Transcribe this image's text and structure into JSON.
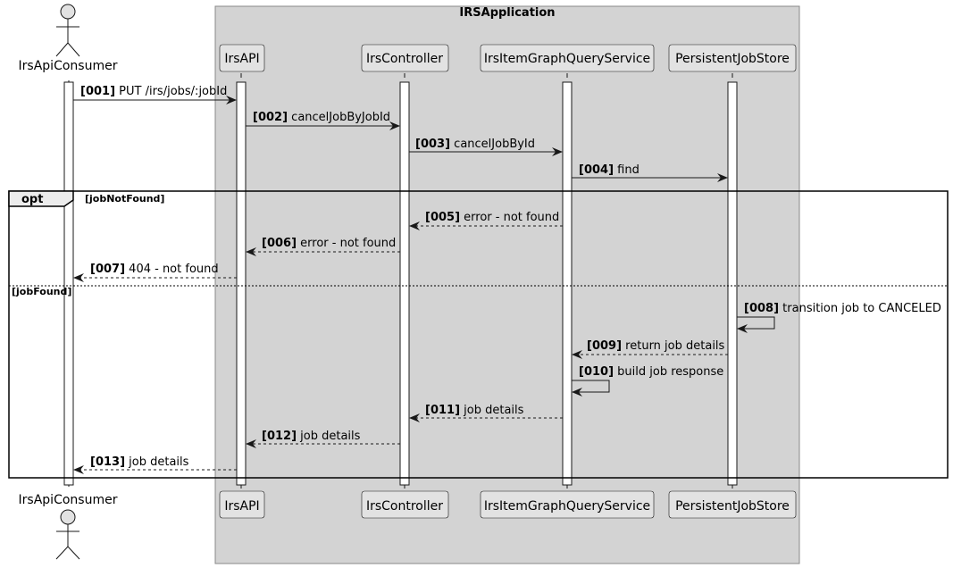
{
  "group": {
    "title": "IRSApplication"
  },
  "participants": {
    "consumer": "IrsApiConsumer",
    "api": "IrsAPI",
    "controller": "IrsController",
    "query": "IrsItemGraphQueryService",
    "store": "PersistentJobStore"
  },
  "fragment": {
    "keyword": "opt",
    "condition1": "[jobNotFound]",
    "condition2": "[jobFound]"
  },
  "messages": [
    {
      "num": "[001]",
      "text": "PUT /irs/jobs/:jobId"
    },
    {
      "num": "[002]",
      "text": "cancelJobByJobId"
    },
    {
      "num": "[003]",
      "text": "cancelJobById"
    },
    {
      "num": "[004]",
      "text": "find"
    },
    {
      "num": "[005]",
      "text": "error - not found"
    },
    {
      "num": "[006]",
      "text": "error - not found"
    },
    {
      "num": "[007]",
      "text": "404 - not found"
    },
    {
      "num": "[008]",
      "text": "transition job to CANCELED"
    },
    {
      "num": "[009]",
      "text": "return job details"
    },
    {
      "num": "[010]",
      "text": "build job response"
    },
    {
      "num": "[011]",
      "text": "job details"
    },
    {
      "num": "[012]",
      "text": "job details"
    },
    {
      "num": "[013]",
      "text": "job details"
    }
  ]
}
